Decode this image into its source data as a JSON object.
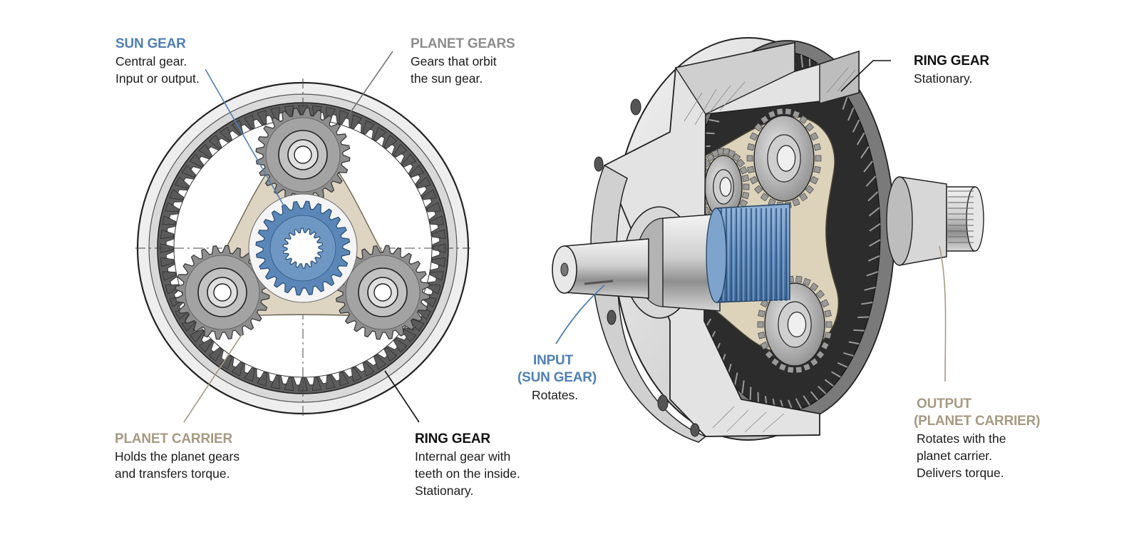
{
  "labels": {
    "sun_gear": {
      "title": "SUN GEAR",
      "lines": [
        "Central gear.",
        "Input or output."
      ]
    },
    "planet_gears": {
      "title": "PLANET GEARS",
      "lines": [
        "Gears that orbit",
        "the sun gear."
      ]
    },
    "planet_carrier": {
      "title": "PLANET CARRIER",
      "lines": [
        "Holds the planet gears",
        "and transfers torque."
      ]
    },
    "ring_gear_left": {
      "title": "RING GEAR",
      "lines": [
        "Internal gear with",
        "teeth on the inside.",
        "Stationary."
      ]
    },
    "ring_gear_right": {
      "title": "RING GEAR",
      "lines": [
        "Stationary."
      ]
    },
    "input": {
      "title_lines": [
        "INPUT",
        "(SUN GEAR)"
      ],
      "lines": [
        "Rotates."
      ]
    },
    "output": {
      "title_lines": [
        "OUTPUT",
        "(PLANET CARRIER)"
      ],
      "lines": [
        "Rotates with the",
        "planet carrier.",
        "Delivers torque."
      ]
    }
  },
  "colors": {
    "sun_blue": "#5b87b8",
    "carrier_tan": "#d9d1bd",
    "gear_gray": "#8e8e8e",
    "ring_dark": "#5a5a5a",
    "housing_light": "#e4e4e4"
  }
}
